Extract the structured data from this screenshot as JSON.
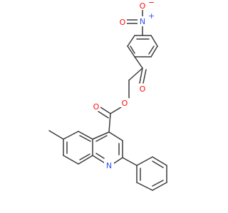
{
  "molecule": {
    "colors": {
      "bond": "#3b3b3b",
      "oxygen": "#ff0d0d",
      "nitrogen": "#3050f8",
      "background": "#ffffff"
    },
    "atoms": {
      "nitro_n": {
        "label": "N",
        "charge": "+",
        "color": "nitrogen"
      },
      "nitro_o_top": {
        "label": "O",
        "charge": "−",
        "color": "oxygen"
      },
      "nitro_o_left": {
        "label": "O",
        "color": "oxygen"
      },
      "ketone_o": {
        "label": "O",
        "color": "oxygen"
      },
      "ester_o_single": {
        "label": "O",
        "color": "oxygen"
      },
      "ester_o_double": {
        "label": "O",
        "color": "oxygen"
      },
      "ring_n": {
        "label": "N",
        "color": "nitrogen"
      }
    }
  }
}
